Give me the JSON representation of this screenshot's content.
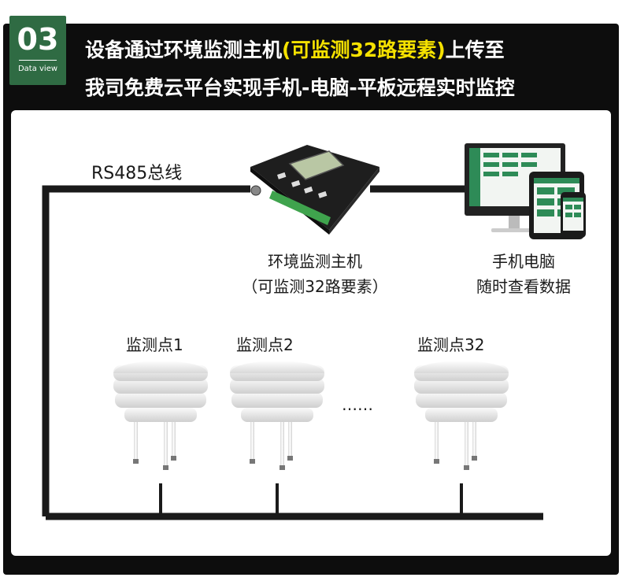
{
  "badge": {
    "number": "03",
    "subtitle": "Data view"
  },
  "headline": {
    "line1_pre": "设备通过环境监测主机",
    "line1_highlight": "(可监测32路要素)",
    "line1_post": "上传至",
    "line2": "我司免费云平台实现手机-电脑-平板远程实时监控"
  },
  "bus_label": "RS485总线",
  "host": {
    "line1": "环境监测主机",
    "line2": "（可监测32路要素）"
  },
  "devices": {
    "line1": "手机电脑",
    "line2": "随时查看数据"
  },
  "points": [
    "监测点1",
    "监测点2",
    "监测点32"
  ],
  "ellipsis": "……",
  "colors": {
    "badge": "#2f6b43",
    "highlight": "#f5e100",
    "frame": "#0d0d0d",
    "screen_green": "#2e8b57"
  }
}
